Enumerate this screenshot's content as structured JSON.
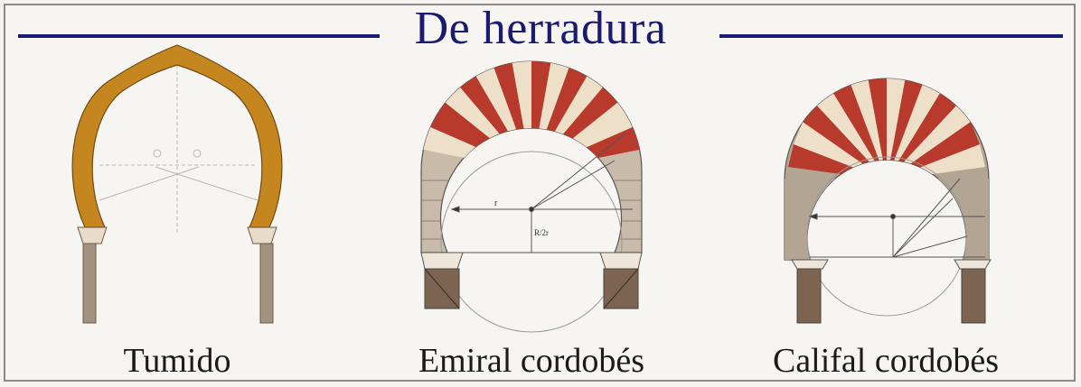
{
  "title": "De herradura",
  "captions": {
    "tumido": "Tumido",
    "emiral": "Emiral cordobés",
    "califal": "Califal cordobés"
  },
  "annotations": {
    "radius_label": "r",
    "ratio_label": "R/2r"
  },
  "colors": {
    "title_blue": "#1a1a6e",
    "ochre": "#c6861f",
    "brick_red": "#b83a2c",
    "cream": "#eee0c8",
    "stone": "#c2b5a5",
    "pier": "#8b7766"
  }
}
